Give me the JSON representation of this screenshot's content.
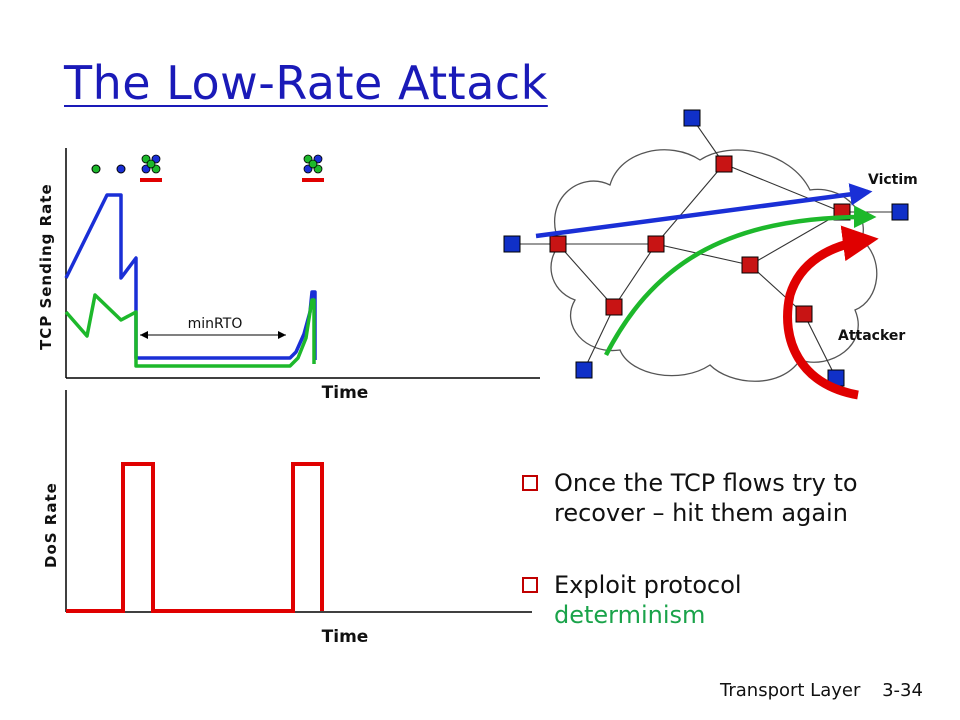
{
  "slide": {
    "title": "The Low-Rate Attack",
    "footer_left": "Transport Layer",
    "footer_right": "3-34"
  },
  "chart_top": {
    "ylabel": "TCP Sending Rate",
    "xlabel": "Time",
    "annotation": "minRTO"
  },
  "chart_bottom": {
    "ylabel": "DoS Rate",
    "xlabel": "Time"
  },
  "network": {
    "victim_label": "Victim",
    "attacker_label": "Attacker"
  },
  "bullets": [
    {
      "text": "Once the TCP flows try to recover – hit them again"
    },
    {
      "text_pre": "Exploit protocol ",
      "text_hl": "determinism"
    }
  ],
  "colors": {
    "title": "#1a1ab8",
    "tcp_blue": "#1a2fd6",
    "tcp_green": "#1db82b",
    "attack_red": "#e00000",
    "router_red": "#c81414",
    "host_blue": "#1030c8",
    "bullet_mark": "#c00000"
  }
}
